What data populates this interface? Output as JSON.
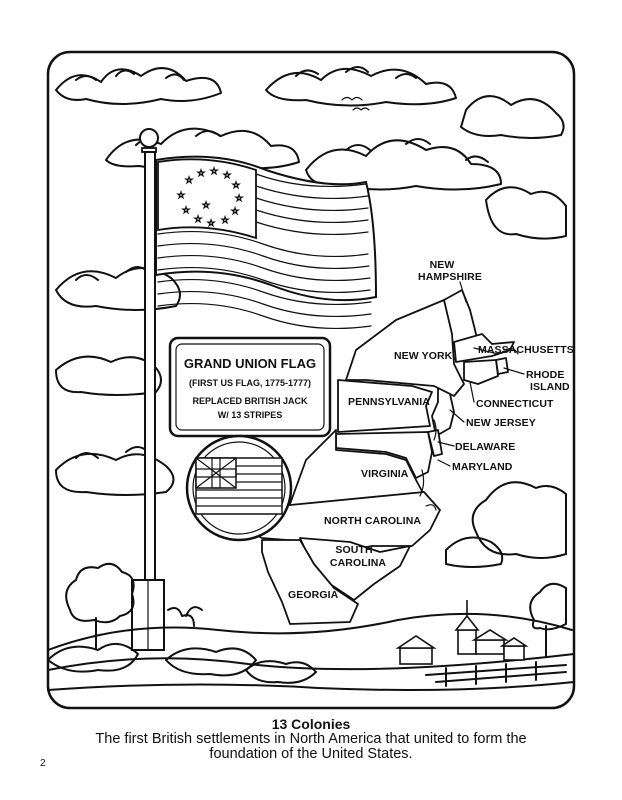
{
  "map_labels": {
    "new_hampshire_1": "NEW",
    "new_hampshire_2": "HAMPSHIRE",
    "massachusetts": "MASSACHUSETTS",
    "new_york": "NEW YORK",
    "rhode_island_1": "RHODE",
    "rhode_island_2": "ISLAND",
    "connecticut": "CONNECTICUT",
    "pennsylvania": "PENNSYLVANIA",
    "new_jersey": "NEW JERSEY",
    "delaware": "DELAWARE",
    "maryland": "MARYLAND",
    "virginia": "VIRGINIA",
    "north_carolina": "NORTH CAROLINA",
    "south_carolina_1": "SOUTH",
    "south_carolina_2": "CAROLINA",
    "georgia": "GEORGIA"
  },
  "flag_sign": {
    "title": "GRAND UNION FLAG",
    "subtitle": "(FIRST US FLAG, 1775-1777)",
    "line1": "REPLACED BRITISH JACK",
    "line2": "W/ 13 STRIPES"
  },
  "caption": {
    "title": "13 Colonies",
    "body": "The first British settlements in North America that united to form the foundation of the United States."
  },
  "page_number": "2"
}
